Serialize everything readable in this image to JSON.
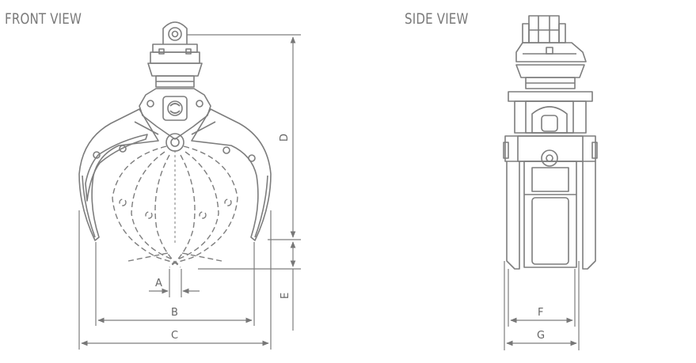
{
  "titles": {
    "front_view": "FRONT VIEW",
    "side_view": "SIDE VIEW"
  },
  "dimensions": {
    "A": "A",
    "B": "B",
    "C": "C",
    "D": "D",
    "E": "E",
    "F": "F",
    "G": "G"
  },
  "colors": {
    "line": "#7d7d7d",
    "text": "#7a7a7a"
  }
}
